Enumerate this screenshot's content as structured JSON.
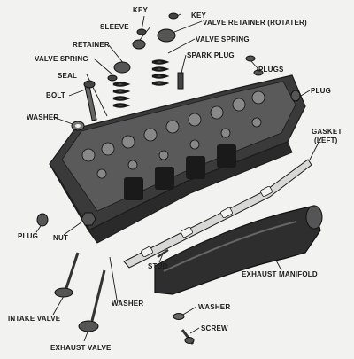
{
  "labels": {
    "key_top": "KEY",
    "key_right": "KEY",
    "sleeve": "SLEEVE",
    "valve_retainer_rotater": "VALVE RETAINER (ROTATER)",
    "valve_spring_right": "VALVE SPRING",
    "retainer": "RETAINER",
    "spark_plug": "SPARK PLUG",
    "valve_spring_left": "VALVE SPRING",
    "plugs": "PLUGS",
    "seal": "SEAL",
    "bolt": "BOLT",
    "plug_right": "PLUG",
    "washer_left": "WASHER",
    "gasket_line1": "GASKET",
    "gasket_line2": "(LEFT)",
    "plug_left": "PLUG",
    "nut": "NUT",
    "stud": "STUD",
    "washer_mid": "WASHER",
    "exhaust_manifold": "EXHAUST MANIFOLD",
    "intake_valve": "INTAKE VALVE",
    "washer_bottom": "WASHER",
    "screw": "SCREW",
    "exhaust_valve": "EXHAUST VALVE"
  },
  "colors": {
    "background": "#f2f2f0",
    "ink": "#1a1a1a",
    "shade": "#3a3a3a"
  }
}
